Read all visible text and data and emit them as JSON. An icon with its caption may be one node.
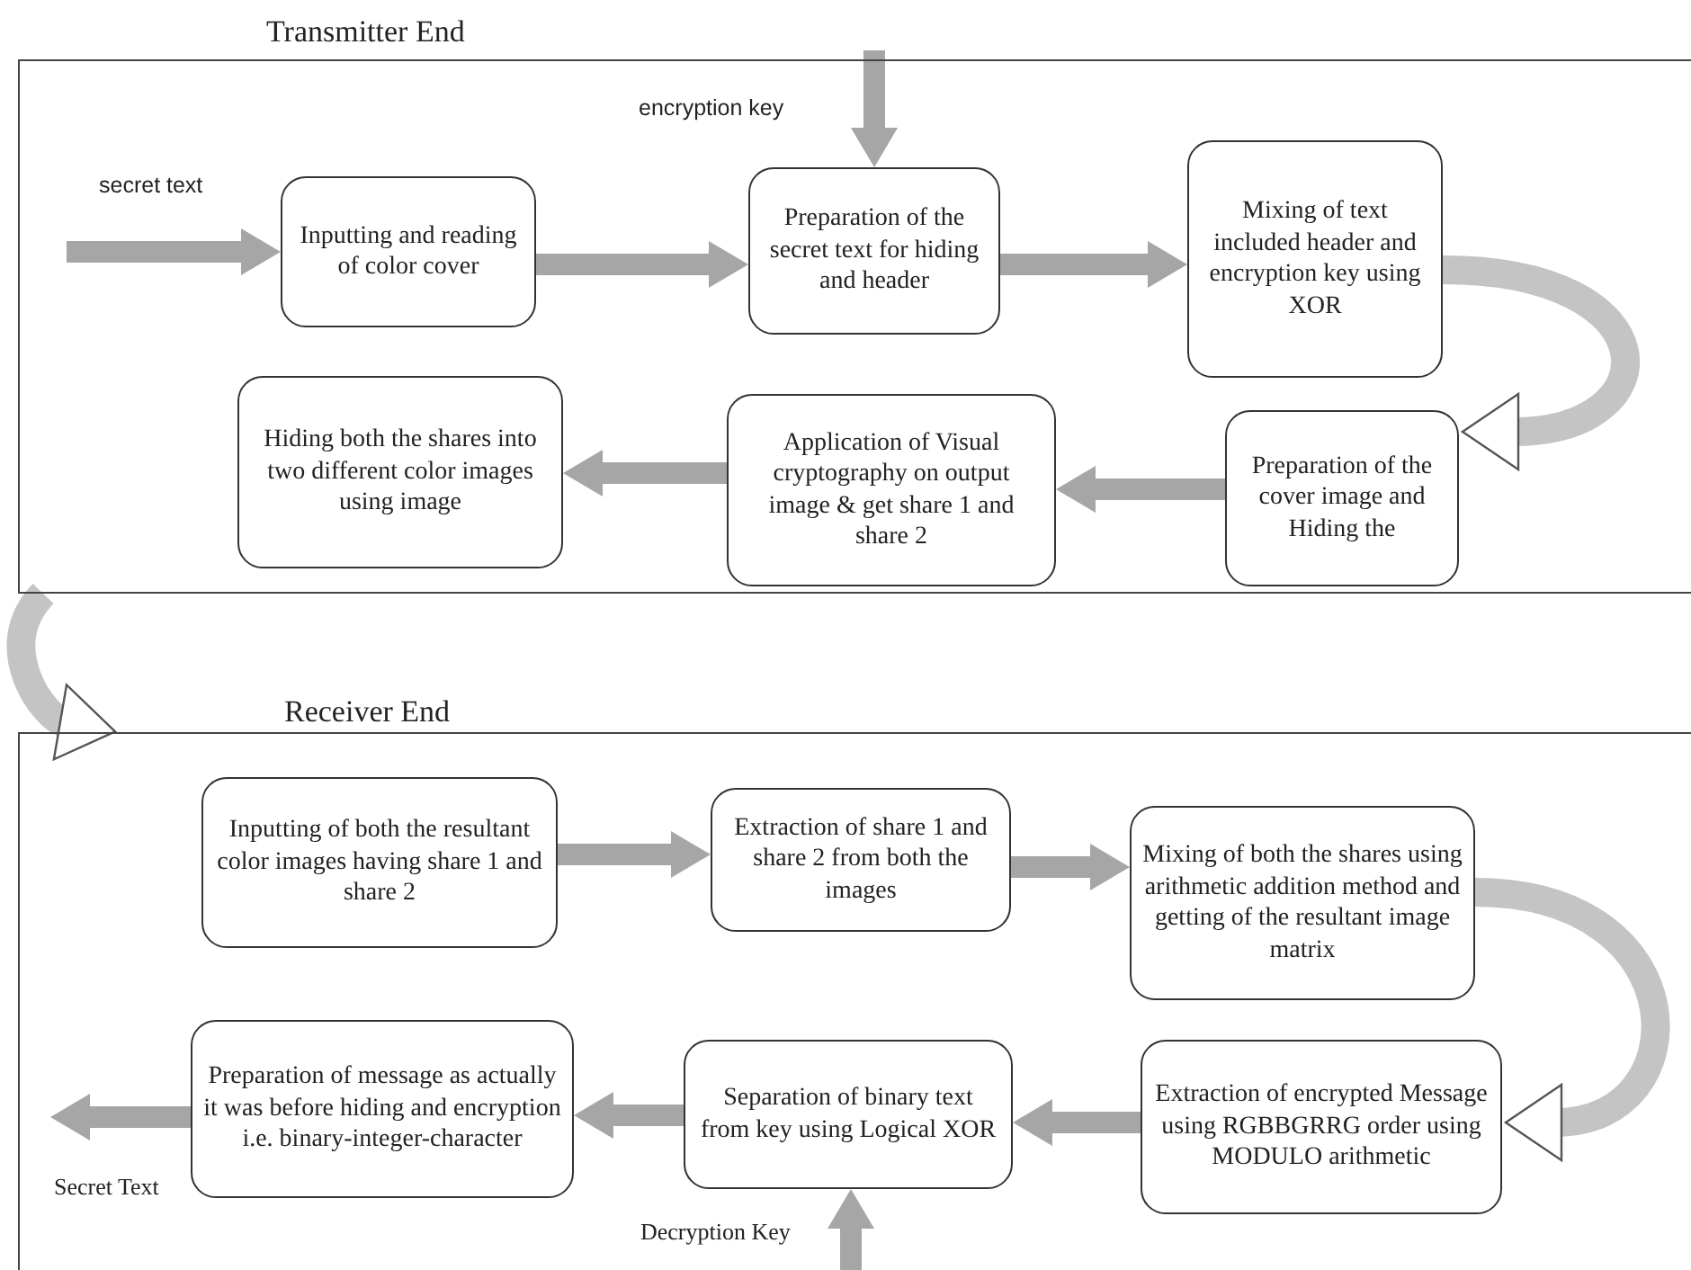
{
  "diagram": {
    "nodes": [
      {
        "text": [
          "Transmitter End"
        ]
      },
      {
        "text": [
          "Inputting and reading of color cover"
        ],
        "in": 0
      },
      {
        "text": [
          "Preparation of the secret text for hiding and header"
        ],
        "in": 0
      },
      {
        "text": [
          "Mixing of text included header and encryption key using XOR"
        ],
        "in": 0
      },
      {
        "text": [
          "Preparation of the cover image and Hiding the"
        ],
        "in": 0
      },
      {
        "text": [
          "Application of Visual cryptography on output image & get share 1 and share 2"
        ],
        "in": 0
      },
      {
        "text": [
          "Hiding both the shares into two different color images using image"
        ],
        "in": 0
      },
      {
        "text": [
          "Receiver End"
        ]
      },
      {
        "text": [
          "Inputting of both the resultant color images having share 1 and share 2"
        ],
        "in": 7
      },
      {
        "text": [
          "Extraction of share 1 and share 2 from both the images"
        ],
        "in": 7
      },
      {
        "text": [
          "Mixing of both the shares using arithmetic addition method and getting of the resultant image matrix"
        ],
        "in": 7
      },
      {
        "text": [
          "Extraction of encrypted Message using RGBBGRRG order using MODULO arithmetic"
        ],
        "in": 7
      },
      {
        "text": [
          "Separation of binary text from key using Logical XOR"
        ],
        "in": 7
      },
      {
        "text": [
          "Preparation of message as actually it was before hiding and encryption i.e. binary-integer-character"
        ],
        "in": 7
      }
    ],
    "edges": [
      {
        "from": null,
        "to": 1,
        "arrow": "to"
      },
      {
        "from": 1,
        "to": 2,
        "arrow": "to"
      },
      {
        "from": null,
        "to": 2,
        "arrow": "to"
      },
      {
        "from": 2,
        "to": 3,
        "arrow": "to"
      },
      {
        "from": 3,
        "to": 4,
        "arrow": "to"
      },
      {
        "from": 4,
        "to": 5,
        "arrow": "to"
      },
      {
        "from": 5,
        "to": 6,
        "arrow": "to"
      },
      {
        "from": 0,
        "to": 7,
        "arrow": "to"
      },
      {
        "from": 8,
        "to": 9,
        "arrow": "to"
      },
      {
        "from": 9,
        "to": 10,
        "arrow": "to"
      },
      {
        "from": 10,
        "to": 11,
        "arrow": "to"
      },
      {
        "from": 11,
        "to": 12,
        "arrow": "to"
      },
      {
        "from": 12,
        "to": 13,
        "arrow": "to"
      },
      {
        "from": 13,
        "to": null,
        "arrow": "to"
      },
      {
        "from": null,
        "to": 12,
        "arrow": "to"
      }
    ],
    "labels": [
      "secret text",
      "encryption key",
      "Secret Text",
      "Decryption Key"
    ]
  }
}
